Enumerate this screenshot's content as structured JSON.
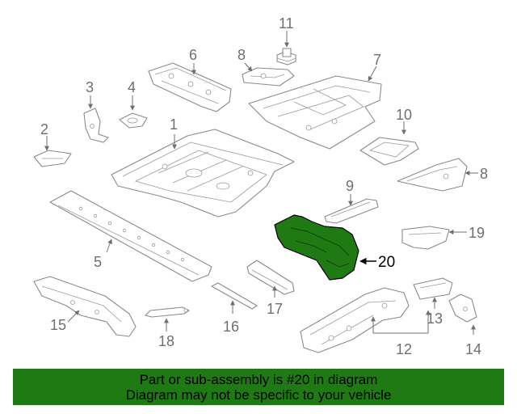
{
  "diagram": {
    "callouts": [
      "11",
      "6",
      "8",
      "7",
      "3",
      "4",
      "1",
      "10",
      "2",
      "8",
      "9",
      "19",
      "5",
      "20",
      "17",
      "15",
      "18",
      "16",
      "12",
      "13",
      "14"
    ]
  },
  "banner": {
    "line1": "Part or sub-assembly is #20 in diagram",
    "line2": "Diagram may not be specific to your vehicle"
  },
  "colors": {
    "highlight": "#1f7a14",
    "banner_background": "#1f7a14",
    "line_art": "#8a8a8a"
  }
}
